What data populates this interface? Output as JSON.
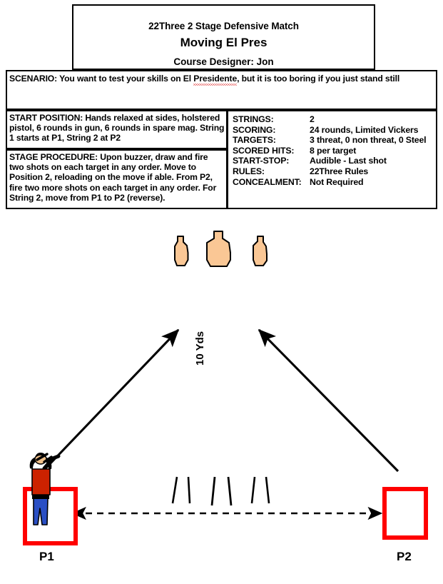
{
  "header": {
    "match_name": "22Three 2 Stage Defensive Match",
    "stage_name": "Moving El Pres",
    "designer_line": "Course Designer:  Jon"
  },
  "scenario": {
    "label": "SCENARIO:",
    "text_before": "  You want to test your skills on El ",
    "misspelled_word": "Presidente",
    "text_after": ", but it is too boring if you just stand still"
  },
  "start_position": {
    "text": "START POSITION:  Hands relaxed at sides, holstered pistol, 6 rounds in gun, 6 rounds in spare mag. String 1 starts at P1, String 2 at P2"
  },
  "stage_procedure": {
    "text": "STAGE PROCEDURE:  Upon buzzer, draw and fire two shots on each target in any order.  Move to Position 2, reloading on the move if able.  From P2, fire two more shots on each target in any order.  For String 2, move from P1 to P2 (reverse)."
  },
  "specs": {
    "rows": [
      {
        "label": "STRINGS:",
        "value": "2"
      },
      {
        "label": "SCORING:",
        "value": "24 rounds, Limited Vickers"
      },
      {
        "label": "TARGETS:",
        "value": "3 threat, 0 non threat, 0 Steel"
      },
      {
        "label": "SCORED HITS:",
        "value": "8 per target"
      },
      {
        "label": "START-STOP:",
        "value": "Audible - Last shot"
      },
      {
        "label": "RULES:",
        "value": "22Three Rules"
      },
      {
        "label": "CONCEALMENT:",
        "value": "Not Required"
      }
    ]
  },
  "diagram": {
    "distance_label": "10 Yds",
    "position_1_label": "P1",
    "position_2_label": "P2",
    "target_count": 3,
    "colors": {
      "target_fill": "#FAC795",
      "target_outline": "#000000",
      "position_box": "#FF0000",
      "arrow": "#000000",
      "shooter_shirt": "#CC2200",
      "shooter_pants": "#2A4FC4",
      "shooter_skin": "#F0C08A",
      "shooter_hair": "#000000"
    }
  }
}
